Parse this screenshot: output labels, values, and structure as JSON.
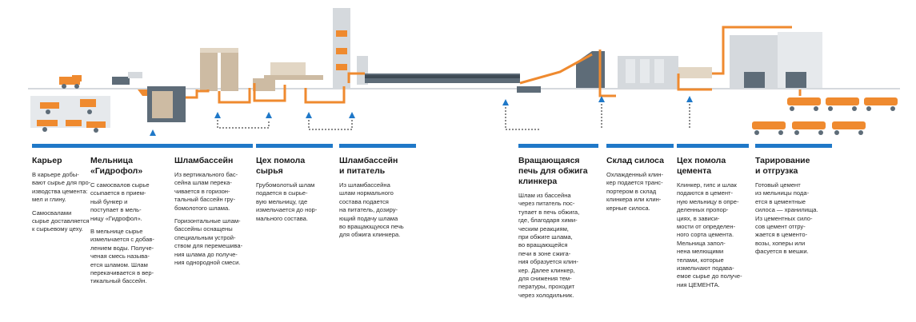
{
  "colors": {
    "orange": "#ef8a2f",
    "blue": "#1f78c8",
    "gray": "#d5d9dd",
    "dark_gray": "#5e6c78",
    "beige": "#cdbba3"
  },
  "stages": [
    {
      "title": "Карьер",
      "paragraphs": [
        "В карьере добы-\nвают сырье для про-\nизводства цемента:\nмел и глину.",
        "Самосвалами\nсырье доставляется\nк сырьевому цеху."
      ]
    },
    {
      "title": "Мельница\n«Гидрофол»",
      "paragraphs": [
        "С самосвалов сырье\nссыпается в прием-\nный бункер и\nпоступает в мель-\nницу «Гидрофол».",
        "В мельнице сырье\nизмельчается с добав-\nлением воды. Получе-\nченая смесь называ-\nется шламом. Шлам\nперекачивается в вер-\nтикальный бассейн."
      ]
    },
    {
      "title": "Шламбассейн",
      "paragraphs": [
        "Из вертикального бас-\nсейна шлам перека-\nчивается в горизон-\nтальный бассейн гру-\nбомолотого шлама.",
        "Горизонтальные шлам-\nбассейны оснащены\nспециальным устрой-\nством для перемешива-\nния шлама до получе-\nния однородной смеси."
      ]
    },
    {
      "title": "Цех помола\nсырья",
      "paragraphs": [
        "Грубомолотый шлам\nподается в сырье-\nвую мельницу, где\nизмельчается до нор-\nмального состава."
      ]
    },
    {
      "title": "Шламбассейн\nи питатель",
      "paragraphs": [
        "Из шламбассейна\nшлам нормального\nсостава подается\nна питатель, дозиру-\nющий подачу шлама\nво вращающуюся печь\nдля обжига клинкера."
      ]
    },
    {
      "title": "Вращающаяся\nпечь для обжига\nклинкера",
      "paragraphs": [
        "Шлам из бассейна\nчерез питатель пос-\nтупает в печь обжига,\nгде, благодаря хими-\nческим реакциям,\nпри обжиге шлама,\nво вращающейся\nпечи в зоне сжига-\nния образуется клин-\nкер. Далее клинкер,\nдля снижения тем-\nпературы, проходит\nчерез холодильник."
      ]
    },
    {
      "title": "Склад силоса",
      "paragraphs": [
        "Охлажденный клин-\nкер подается транс-\nпортером в склад\nклинкера или клин-\nкерные силоса."
      ]
    },
    {
      "title": "Цех помола\nцемента",
      "paragraphs": [
        "Клинкер, гипс и шлак\nподаются в цемент-\nную мельницу в опре-\nделенных пропор-\nциях, в зависи-\nмости от определен-\nного сорта цемента.\nМельница запол-\nнена мелющими\nтелами, которые\nизмельчают подава-\nемое сырье до получе-\nния ЦЕМЕНТА."
      ]
    },
    {
      "title": "Тарирование\nи отгрузка",
      "paragraphs": [
        "Готовый цемент\nиз мельницы пода-\nется в цементные\nсилоса — хранилища.\nИз цементных сило-\nсов цемент отгру-\nжается в цементо-\nвозы, хоперы или\nфасуется в мешки."
      ]
    }
  ]
}
